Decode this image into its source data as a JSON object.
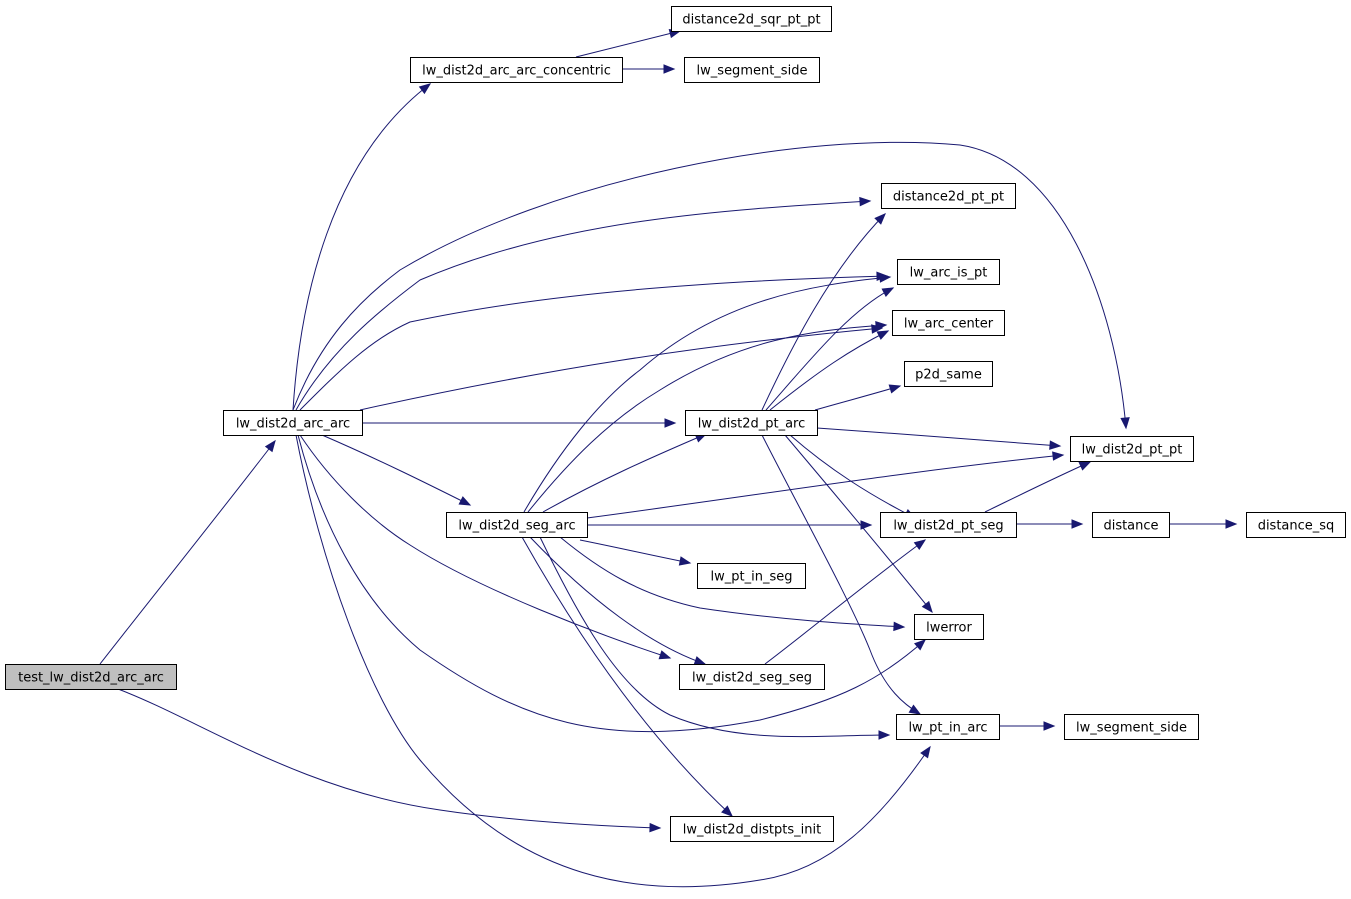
{
  "graph": {
    "edge_color": "#191970",
    "root_fill": "#bfbfbf",
    "nodes": [
      {
        "id": "test",
        "label": "test_lw_dist2d_arc_arc",
        "root": true
      },
      {
        "id": "arcarc",
        "label": "lw_dist2d_arc_arc"
      },
      {
        "id": "conc",
        "label": "lw_dist2d_arc_arc_concentric"
      },
      {
        "id": "sqr",
        "label": "distance2d_sqr_pt_pt"
      },
      {
        "id": "segside1",
        "label": "lw_segment_side"
      },
      {
        "id": "pt2d",
        "label": "distance2d_pt_pt"
      },
      {
        "id": "isPt",
        "label": "lw_arc_is_pt"
      },
      {
        "id": "center",
        "label": "lw_arc_center"
      },
      {
        "id": "p2d",
        "label": "p2d_same"
      },
      {
        "id": "ptarc",
        "label": "lw_dist2d_pt_arc"
      },
      {
        "id": "ptpt",
        "label": "lw_dist2d_pt_pt"
      },
      {
        "id": "segarc",
        "label": "lw_dist2d_seg_arc"
      },
      {
        "id": "ptseg",
        "label": "lw_dist2d_pt_seg"
      },
      {
        "id": "distance",
        "label": "distance"
      },
      {
        "id": "distsq",
        "label": "distance_sq"
      },
      {
        "id": "ptinseg",
        "label": "lw_pt_in_seg"
      },
      {
        "id": "lwerror",
        "label": "lwerror"
      },
      {
        "id": "segseg",
        "label": "lw_dist2d_seg_seg"
      },
      {
        "id": "ptinarc",
        "label": "lw_pt_in_arc"
      },
      {
        "id": "segside2",
        "label": "lw_segment_side"
      },
      {
        "id": "init",
        "label": "lw_dist2d_distpts_init"
      }
    ],
    "edges": [
      [
        "test",
        "arcarc"
      ],
      [
        "test",
        "init"
      ],
      [
        "arcarc",
        "conc"
      ],
      [
        "arcarc",
        "ptpt"
      ],
      [
        "arcarc",
        "pt2d"
      ],
      [
        "arcarc",
        "isPt"
      ],
      [
        "arcarc",
        "center"
      ],
      [
        "arcarc",
        "ptarc"
      ],
      [
        "arcarc",
        "segarc"
      ],
      [
        "arcarc",
        "segseg"
      ],
      [
        "arcarc",
        "lwerror"
      ],
      [
        "arcarc",
        "ptinarc"
      ],
      [
        "conc",
        "sqr"
      ],
      [
        "conc",
        "segside1"
      ],
      [
        "ptarc",
        "pt2d"
      ],
      [
        "ptarc",
        "isPt"
      ],
      [
        "ptarc",
        "center"
      ],
      [
        "ptarc",
        "p2d"
      ],
      [
        "ptarc",
        "ptpt"
      ],
      [
        "ptarc",
        "ptseg"
      ],
      [
        "ptarc",
        "lwerror"
      ],
      [
        "ptarc",
        "ptinarc"
      ],
      [
        "segarc",
        "isPt"
      ],
      [
        "segarc",
        "center"
      ],
      [
        "segarc",
        "ptarc"
      ],
      [
        "segarc",
        "ptpt"
      ],
      [
        "segarc",
        "ptseg"
      ],
      [
        "segarc",
        "ptinseg"
      ],
      [
        "segarc",
        "lwerror"
      ],
      [
        "segarc",
        "segseg"
      ],
      [
        "segarc",
        "ptinarc"
      ],
      [
        "segarc",
        "init"
      ],
      [
        "ptseg",
        "ptpt"
      ],
      [
        "ptseg",
        "distance"
      ],
      [
        "distance",
        "distsq"
      ],
      [
        "segseg",
        "ptseg"
      ],
      [
        "ptinarc",
        "segside2"
      ]
    ]
  }
}
